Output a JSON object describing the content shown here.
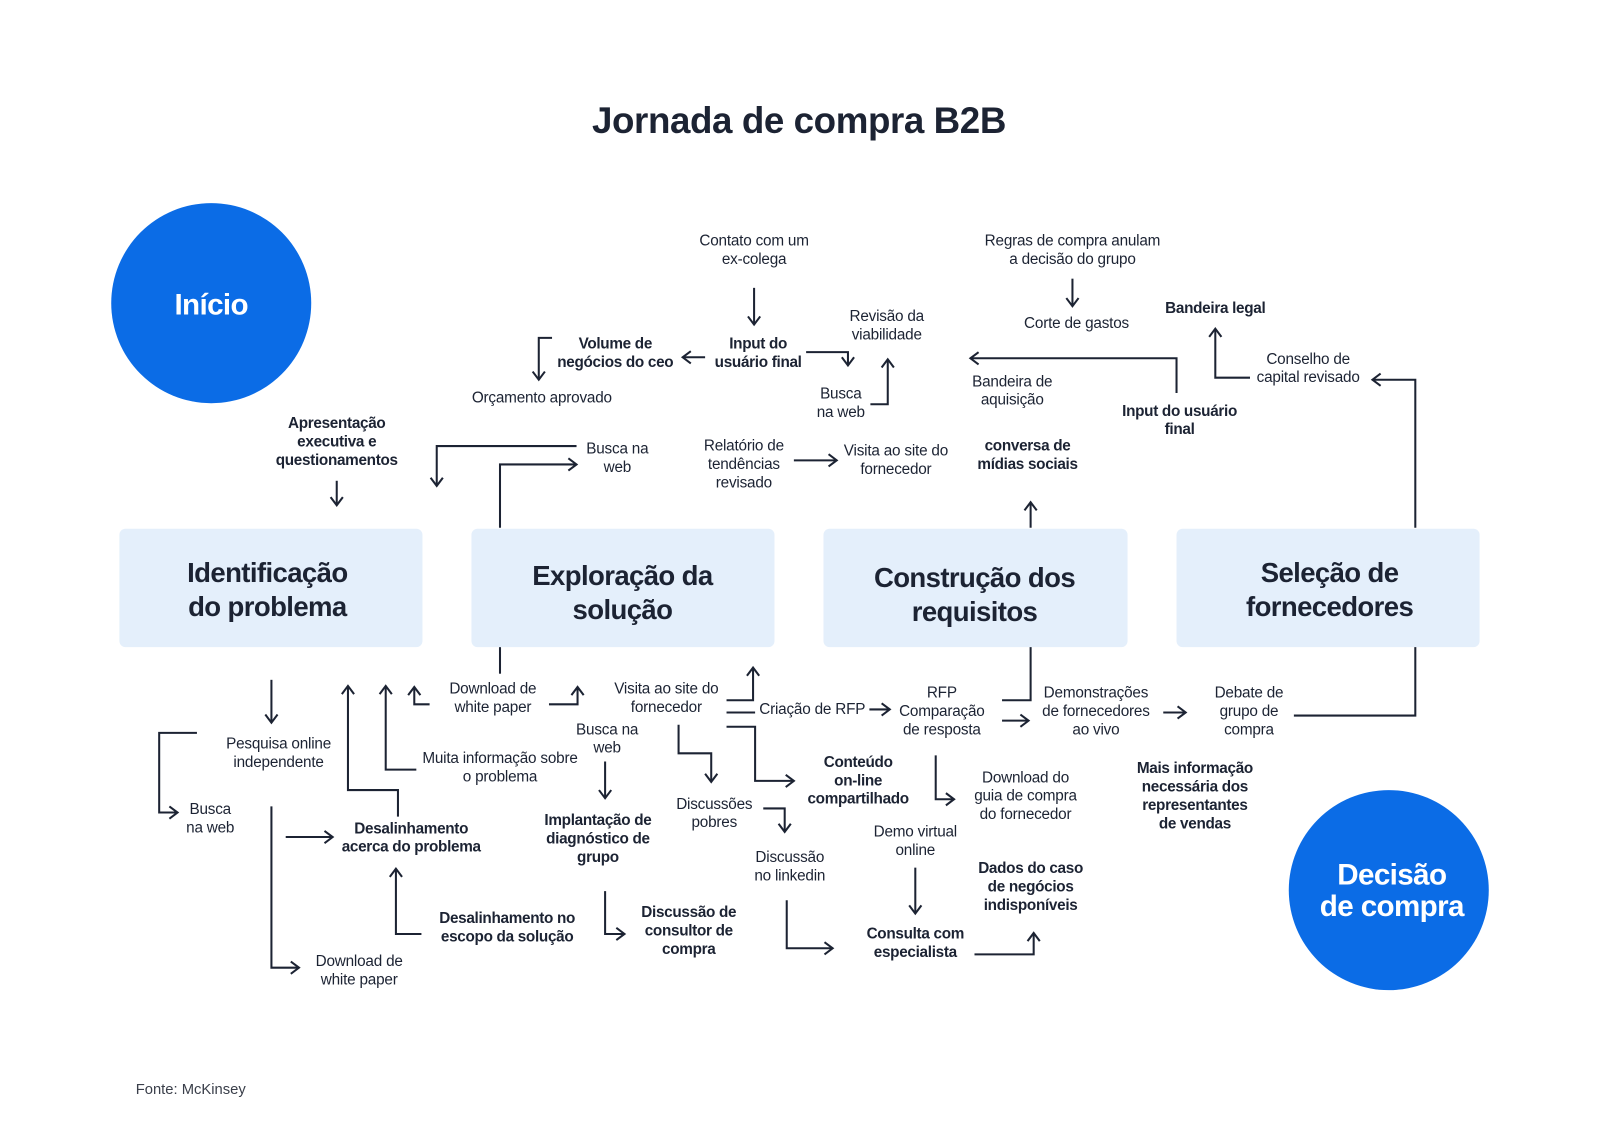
{
  "title": "Jornada de compra B2B",
  "start": {
    "label": "Início"
  },
  "end": {
    "lines": [
      "Decisão",
      "de compra"
    ]
  },
  "stages": [
    {
      "lines": [
        "Identificação",
        "do problema"
      ]
    },
    {
      "lines": [
        "Exploração da",
        "solução"
      ]
    },
    {
      "lines": [
        "Construção dos",
        "requisitos"
      ]
    },
    {
      "lines": [
        "Seleção de",
        "fornecedores"
      ]
    }
  ],
  "steps": {
    "contato_ex_colega": [
      "Contato com um",
      "ex-colega"
    ],
    "regras_de_compra": [
      "Regras de compra anulam",
      "a decisão do grupo"
    ],
    "revisao_viabilidade": [
      "Revisão da",
      "viabilidade"
    ],
    "corte_de_gastos": [
      "Corte de gastos"
    ],
    "bandeira_legal": [
      "Bandeira legal"
    ],
    "volume_negocios_ceo": [
      "Volume de",
      "negócios do ceo"
    ],
    "input_usuario_final_1": [
      "Input do",
      "usuário final"
    ],
    "orcamento_aprovado": [
      "Orçamento aprovado"
    ],
    "busca_na_web_1": [
      "Busca",
      "na web"
    ],
    "bandeira_aquisicao": [
      "Bandeira de",
      "aquisição"
    ],
    "input_usuario_final_2": [
      "Input do usuário",
      "final"
    ],
    "conselho_capital": [
      "Conselho de",
      "capital revisado"
    ],
    "apresentacao_executiva": [
      "Apresentação",
      "executiva e",
      "questionamentos"
    ],
    "busca_na_web_2": [
      "Busca na",
      "web"
    ],
    "relatorio_tendencias": [
      "Relatório de",
      "tendências",
      "revisado"
    ],
    "visita_site_1": [
      "Visita ao site do",
      "fornecedor"
    ],
    "conversa_midias": [
      "conversa de",
      "mídias sociais"
    ],
    "download_white_paper_1": [
      "Download de",
      "white paper"
    ],
    "visita_site_2": [
      "Visita ao site do",
      "fornecedor"
    ],
    "criacao_rfp": [
      "Criação de RFP"
    ],
    "rfp_comparacao": [
      "RFP",
      "Comparação",
      "de resposta"
    ],
    "demonstracoes": [
      "Demonstrações",
      "de fornecedores",
      "ao vivo"
    ],
    "debate_grupo": [
      "Debate de",
      "grupo de",
      "compra"
    ],
    "pesquisa_online": [
      "Pesquisa online",
      "independente"
    ],
    "busca_na_web_3": [
      "Busca na",
      "web"
    ],
    "muita_informacao": [
      "Muita informação sobre",
      "o problema"
    ],
    "conteudo_online": [
      "Conteúdo",
      "on-line",
      "compartilhado"
    ],
    "download_guia": [
      "Download do",
      "guia de compra",
      "do fornecedor"
    ],
    "mais_informacao": [
      "Mais informação",
      "necessária dos",
      "representantes",
      "de vendas"
    ],
    "busca_na_web_4": [
      "Busca",
      "na web"
    ],
    "desalinhamento_problema": [
      "Desalinhamento",
      "acerca do problema"
    ],
    "implantacao_diagnostico": [
      "Implantação de",
      "diagnóstico de",
      "grupo"
    ],
    "discussoes_pobres": [
      "Discussões",
      "pobres"
    ],
    "discussao_linkedin": [
      "Discussão",
      "no linkedin"
    ],
    "demo_virtual": [
      "Demo virtual",
      "online"
    ],
    "dados_caso": [
      "Dados do caso",
      "de negócios",
      "indisponíveis"
    ],
    "desalinhamento_escopo": [
      "Desalinhamento no",
      "escopo da solução"
    ],
    "discussao_consultor": [
      "Discussão de",
      "consultor de",
      "compra"
    ],
    "consulta_especialista": [
      "Consulta com",
      "especialista"
    ],
    "download_white_paper_2": [
      "Download de",
      "white paper"
    ]
  },
  "source": "Fonte: McKinsey",
  "colors": {
    "accent": "#0b6ce6",
    "stage_fill": "#e4effb",
    "text": "#1c2333"
  }
}
